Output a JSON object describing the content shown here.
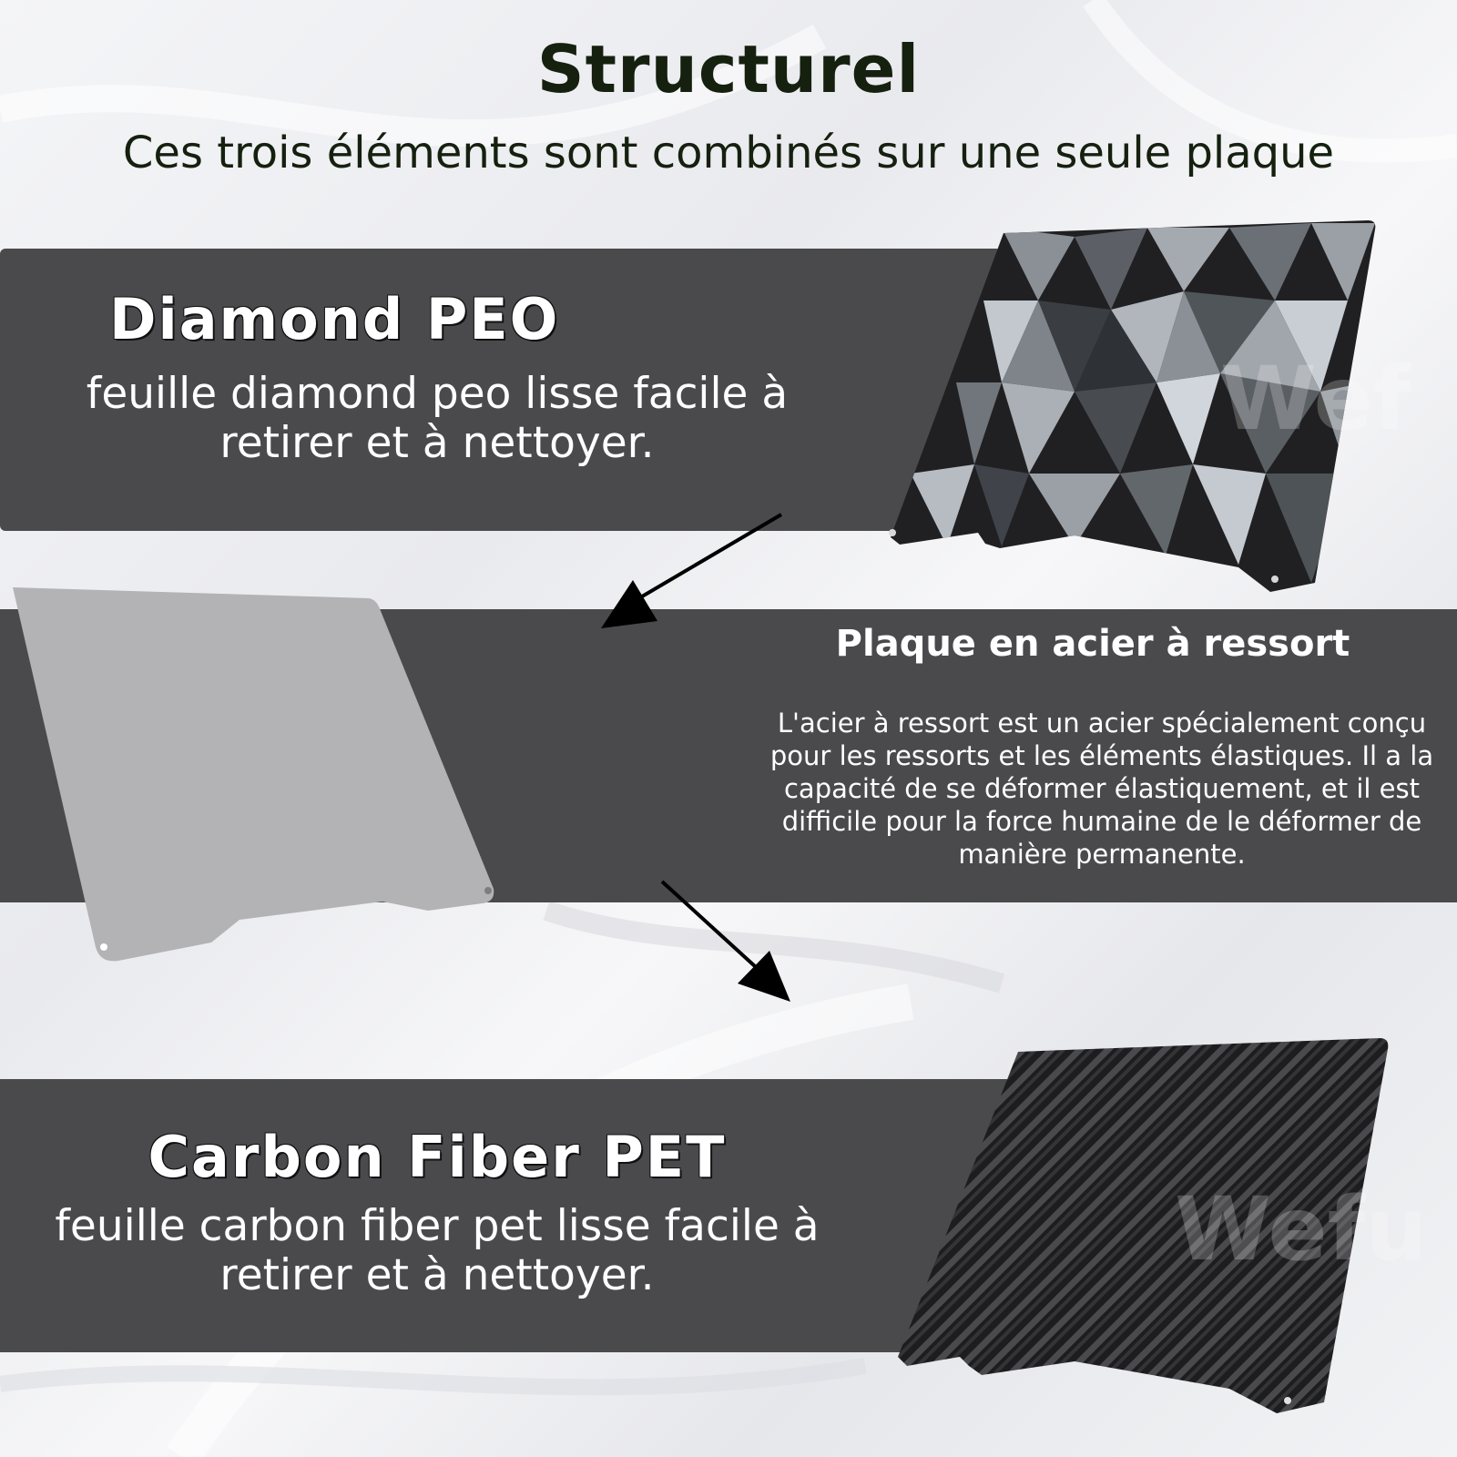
{
  "header": {
    "title": "Structurel",
    "subtitle": "Ces trois éléments sont combinés sur une seule plaque"
  },
  "layers": [
    {
      "title": "Diamond PEO",
      "description": "feuille diamond peo lisse facile à retirer et à nettoyer."
    },
    {
      "title": "Plaque en acier à ressort",
      "description": "L'acier à ressort est un acier spécialement conçu pour les ressorts et les éléments élastiques. Il a la capacité de se déformer élastiquement, et il est difficile pour la force humaine de le déformer de manière permanente."
    },
    {
      "title": "Carbon Fiber PET",
      "description": "feuille carbon fiber pet lisse facile à retirer et à nettoyer."
    }
  ],
  "watermark": {
    "text": "Wefu"
  },
  "colors": {
    "band": "#4a4a4d",
    "title_text": "#15200f",
    "steel_plate": "#b3b3b5",
    "diamond_dark": "#1c1c1e",
    "carbon_dark": "#222224"
  },
  "icons": [
    "arrow-down-left-icon",
    "arrow-down-right-icon"
  ]
}
